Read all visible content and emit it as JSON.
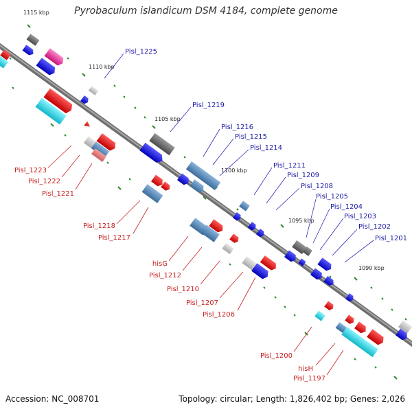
{
  "title": "Pyrobaculum islandicum DSM 4184, complete genome",
  "accession": "Accession: NC_008701",
  "topology": "Topology: circular; Length: 1,826,402 bp; Genes: 2,026",
  "kbp_labels": {
    "k1115": "1115 kbp",
    "k1110": "1110 kbp",
    "k1105": "1105 kbp",
    "k1100": "1100 kbp",
    "k1095": "1095 kbp",
    "k1090": "1090 kbp"
  },
  "gene_labels": {
    "g1225": "Pisl_1225",
    "g1219": "Pisl_1219",
    "g1216": "Pisl_1216",
    "g1215": "Pisl_1215",
    "g1214": "Pisl_1214",
    "g1211": "Pisl_1211",
    "g1209": "Pisl_1209",
    "g1208": "Pisl_1208",
    "g1205": "Pisl_1205",
    "g1204": "Pisl_1204",
    "g1203": "Pisl_1203",
    "g1202": "Pisl_1202",
    "g1201": "Pisl_1201",
    "g1223": "Pisl_1223",
    "g1222": "Pisl_1222",
    "g1221": "Pisl_1221",
    "g1218": "Pisl_1218",
    "g1217": "Pisl_1217",
    "hisG": "hisG",
    "g1212": "Pisl_1212",
    "g1210": "Pisl_1210",
    "g1207": "Pisl_1207",
    "g1206": "Pisl_1206",
    "g1200": "Pisl_1200",
    "hisH": "hisH",
    "g1197": "Pisl_1197"
  },
  "colors": {
    "backbone": "#8a8a8a",
    "forward_label": "#1a1aa6",
    "reverse_label": "#c81e1e",
    "tick": "#2a8a2a",
    "blue_gene": "#1f1fe0",
    "red_gene": "#e81a1a",
    "steel_gene": "#4f84b8",
    "grey_gene": "#6e6e6e",
    "cyan_gene": "#27d3e0",
    "pink_gene": "#e8339a"
  }
}
